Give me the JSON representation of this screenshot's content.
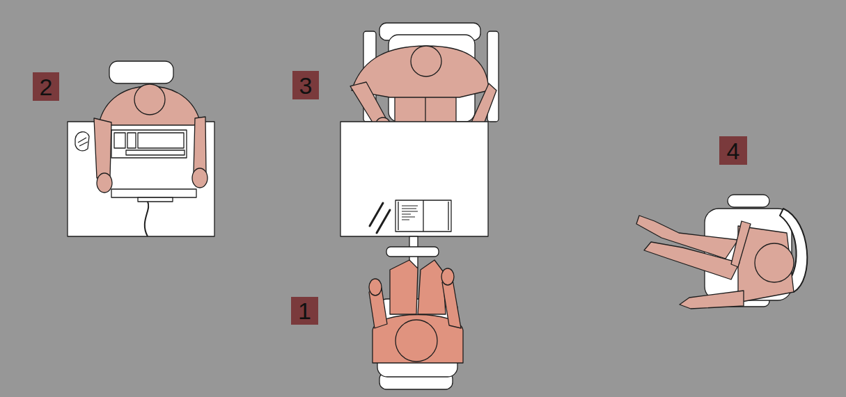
{
  "diagram": {
    "nodes": [
      {
        "text": [
          "2"
        ]
      },
      {
        "text": [
          "3"
        ]
      },
      {
        "text": [
          "4"
        ]
      },
      {
        "text": [
          "1"
        ]
      }
    ]
  }
}
